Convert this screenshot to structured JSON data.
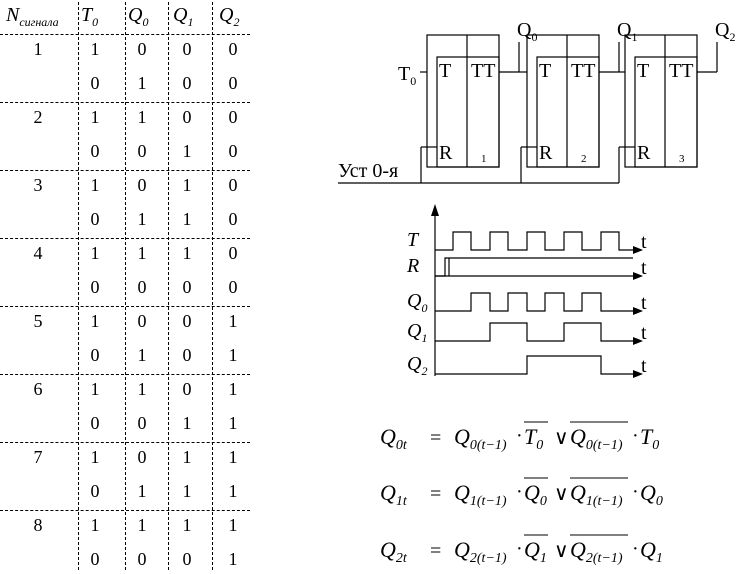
{
  "table": {
    "header": {
      "n_main": "N",
      "n_sub": "сигнала",
      "cols": [
        {
          "main": "T",
          "sub": "0"
        },
        {
          "main": "Q",
          "sub": "0"
        },
        {
          "main": "Q",
          "sub": "1"
        },
        {
          "main": "Q",
          "sub": "2"
        }
      ]
    },
    "groups": [
      {
        "n": "1",
        "rows": [
          [
            "1",
            "0",
            "0",
            "0"
          ],
          [
            "0",
            "1",
            "0",
            "0"
          ]
        ]
      },
      {
        "n": "2",
        "rows": [
          [
            "1",
            "1",
            "0",
            "0"
          ],
          [
            "0",
            "0",
            "1",
            "0"
          ]
        ]
      },
      {
        "n": "3",
        "rows": [
          [
            "1",
            "0",
            "1",
            "0"
          ],
          [
            "0",
            "1",
            "1",
            "0"
          ]
        ]
      },
      {
        "n": "4",
        "rows": [
          [
            "1",
            "1",
            "1",
            "0"
          ],
          [
            "0",
            "0",
            "0",
            "0"
          ]
        ]
      },
      {
        "n": "5",
        "rows": [
          [
            "1",
            "0",
            "0",
            "1"
          ],
          [
            "0",
            "1",
            "0",
            "1"
          ]
        ]
      },
      {
        "n": "6",
        "rows": [
          [
            "1",
            "1",
            "0",
            "1"
          ],
          [
            "0",
            "0",
            "1",
            "1"
          ]
        ]
      },
      {
        "n": "7",
        "rows": [
          [
            "1",
            "0",
            "1",
            "1"
          ],
          [
            "0",
            "1",
            "1",
            "1"
          ]
        ]
      },
      {
        "n": "8",
        "rows": [
          [
            "1",
            "1",
            "1",
            "1"
          ],
          [
            "0",
            "0",
            "0",
            "1"
          ]
        ]
      }
    ]
  },
  "circuit": {
    "input_label": "T",
    "input_sub": "0",
    "reset_label": "Уст 0-я",
    "flipflops": [
      {
        "t": "T",
        "tt": "TT",
        "r": "R",
        "num": "1",
        "out": "Q",
        "out_sub": "0"
      },
      {
        "t": "T",
        "tt": "TT",
        "r": "R",
        "num": "2",
        "out": "Q",
        "out_sub": "1"
      },
      {
        "t": "T",
        "tt": "TT",
        "r": "R",
        "num": "3",
        "out": "Q",
        "out_sub": "2"
      }
    ]
  },
  "timing": {
    "time_label": "t",
    "signals": [
      {
        "label": "T",
        "sub": ""
      },
      {
        "label": "R",
        "sub": ""
      },
      {
        "label": "Q",
        "sub": "0"
      },
      {
        "label": "Q",
        "sub": "1"
      },
      {
        "label": "Q",
        "sub": "2"
      }
    ]
  },
  "formulas": [
    {
      "lhs": "Q",
      "lhs_sub": "0t",
      "a": "Q",
      "a_sub": "0(t−1)",
      "b": "T",
      "b_sub": "0",
      "c": "Q",
      "c_sub": "0(t−1)",
      "d": "T",
      "d_sub": "0"
    },
    {
      "lhs": "Q",
      "lhs_sub": "1t",
      "a": "Q",
      "a_sub": "1(t−1)",
      "b": "Q",
      "b_sub": "0",
      "c": "Q",
      "c_sub": "1(t−1)",
      "d": "Q",
      "d_sub": "0"
    },
    {
      "lhs": "Q",
      "lhs_sub": "2t",
      "a": "Q",
      "a_sub": "2(t−1)",
      "b": "Q",
      "b_sub": "1",
      "c": "Q",
      "c_sub": "2(t−1)",
      "d": "Q",
      "d_sub": "1"
    }
  ],
  "symbols": {
    "eq": "=",
    "dot": "·",
    "or": "∨"
  }
}
